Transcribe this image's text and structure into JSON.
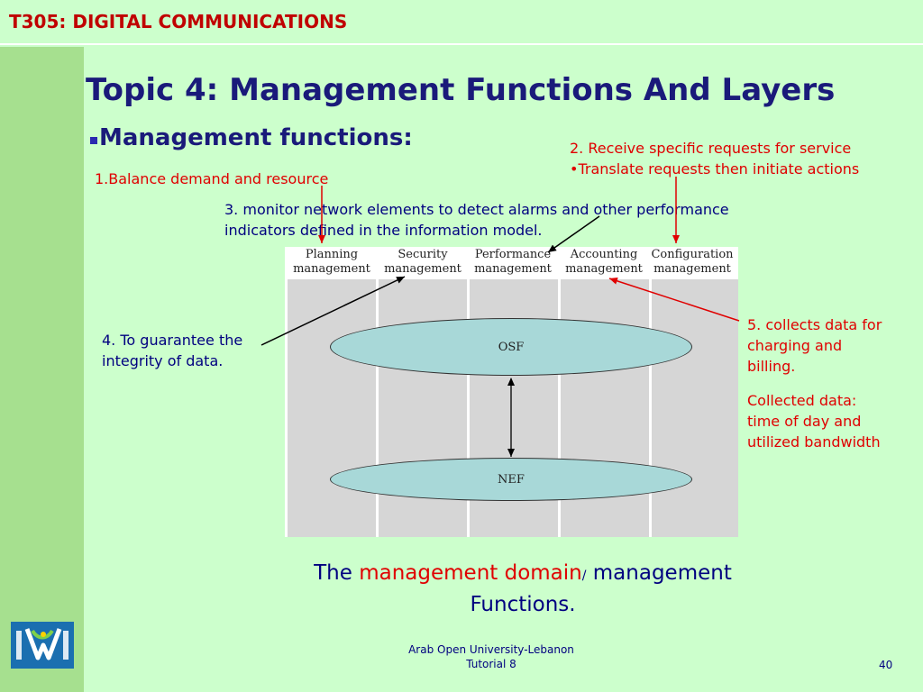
{
  "header": {
    "course_title": "T305: DIGITAL COMMUNICATIONS"
  },
  "slide": {
    "title": "Topic 4: Management Functions And Layers",
    "bullet": "Management functions:"
  },
  "notes": {
    "n1": "1.Balance demand and resource",
    "n2_line1": "2. Receive specific requests for service",
    "n2_line2": "•Translate requests then initiate actions",
    "n3_line1": "3. monitor network elements to detect alarms and other performance",
    "n3_line2": "indicators defined in the information model.",
    "n4_line1": "4. To guarantee the",
    "n4_line2": "integrity of data.",
    "n5_line1": "5. collects data for",
    "n5_line2": "charging and",
    "n5_line3": "billing.",
    "n6_line1": "Collected data:",
    "n6_line2": "time of day and",
    "n6_line3": "utilized bandwidth"
  },
  "diagram": {
    "columns": [
      {
        "line1": "Planning",
        "line2": "management"
      },
      {
        "line1": "Security",
        "line2": "management"
      },
      {
        "line1": "Performance",
        "line2": "management"
      },
      {
        "line1": "Accounting",
        "line2": "management"
      },
      {
        "line1": "Configuration",
        "line2": "management"
      }
    ],
    "osf_label": "OSF",
    "nef_label": "NEF"
  },
  "caption": {
    "the": "The ",
    "domain": "management domain",
    "slash": "/",
    "rest": " management",
    "line2": "Functions."
  },
  "footer": {
    "line1": "Arab Open University-Lebanon",
    "line2": "Tutorial 8",
    "page": "40"
  },
  "colors": {
    "background": "#ccffcc",
    "side_strip": "#a6e08f",
    "title": "#1a1a7a",
    "accent_red": "#e00000",
    "navy": "#000080"
  }
}
